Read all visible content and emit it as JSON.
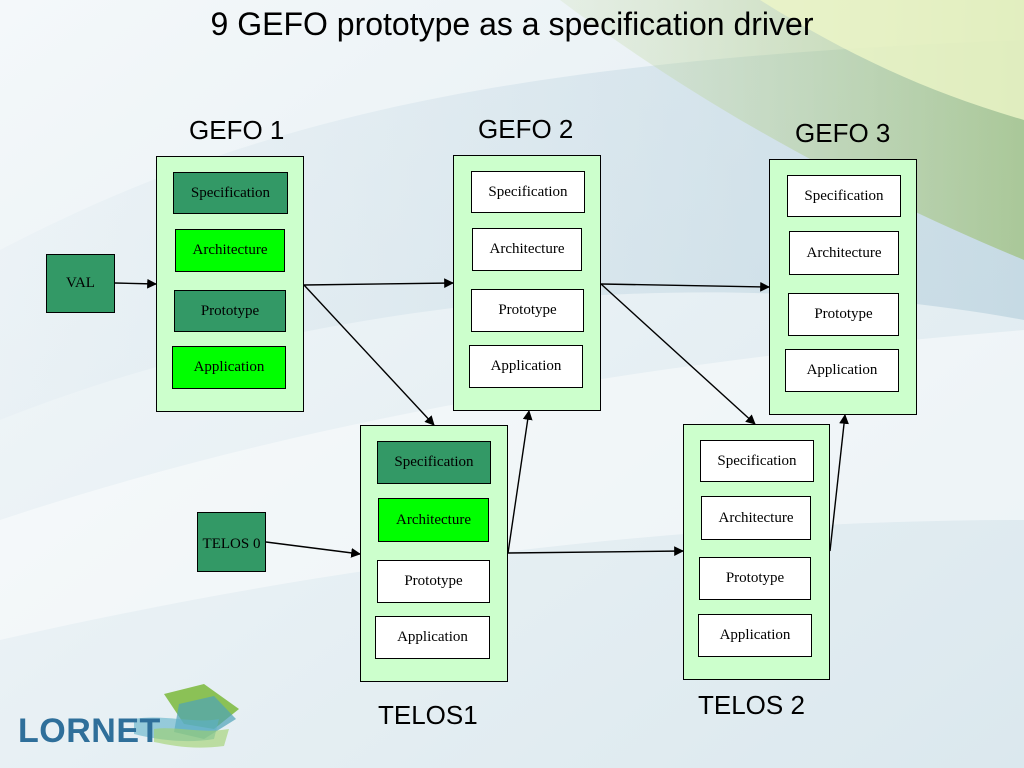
{
  "slide": {
    "title": "9 GEFO prototype as a specification driver"
  },
  "groups": {
    "gefo1": {
      "label": "GEFO 1",
      "items": [
        "Specification",
        "Architecture",
        "Prototype",
        "Application"
      ]
    },
    "gefo2": {
      "label": "GEFO 2",
      "items": [
        "Specification",
        "Architecture",
        "Prototype",
        "Application"
      ]
    },
    "gefo3": {
      "label": "GEFO 3",
      "items": [
        "Specification",
        "Architecture",
        "Prototype",
        "Application"
      ]
    },
    "telos1": {
      "label": "TELOS1",
      "items": [
        "Specification",
        "Architecture",
        "Prototype",
        "Application"
      ]
    },
    "telos2": {
      "label": "TELOS 2",
      "items": [
        "Specification",
        "Architecture",
        "Prototype",
        "Application"
      ]
    }
  },
  "inputs": {
    "val": "VAL",
    "telos0": "TELOS 0"
  },
  "logo": {
    "text": "LORNET"
  },
  "colors": {
    "panel_fill": "#ccffcc",
    "dark_box": "#339966",
    "bright_box": "#00ff00",
    "logo_text": "#2f6f9a"
  }
}
